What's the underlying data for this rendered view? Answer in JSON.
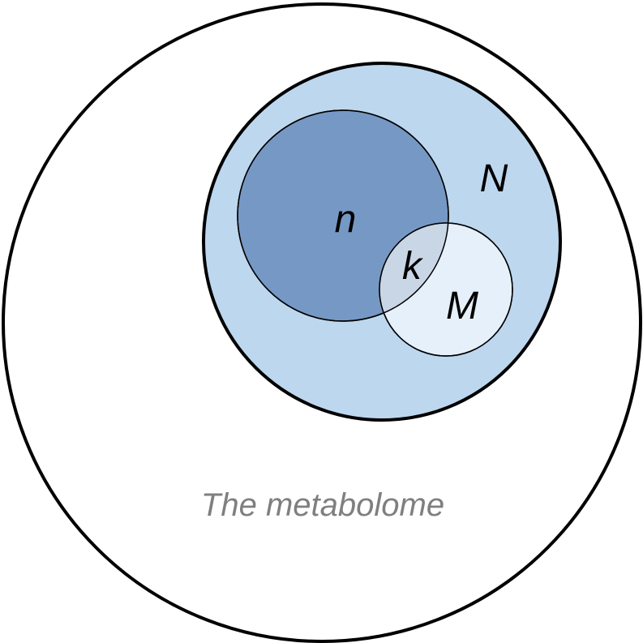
{
  "diagram": {
    "outer_label": "The metabolome",
    "set_N_label": "N",
    "set_n_label": "n",
    "set_M_label": "M",
    "intersection_label": "k"
  },
  "colors": {
    "outer_fill": "#ffffff",
    "outer_stroke": "#000000",
    "N_fill": "#bdd7ee",
    "n_fill": "#7698c4",
    "M_fill": "#e6f0fa",
    "overlap_fill": "#c9d6e6",
    "label_text": "#000000",
    "outer_label_text": "#7f7f7f"
  }
}
